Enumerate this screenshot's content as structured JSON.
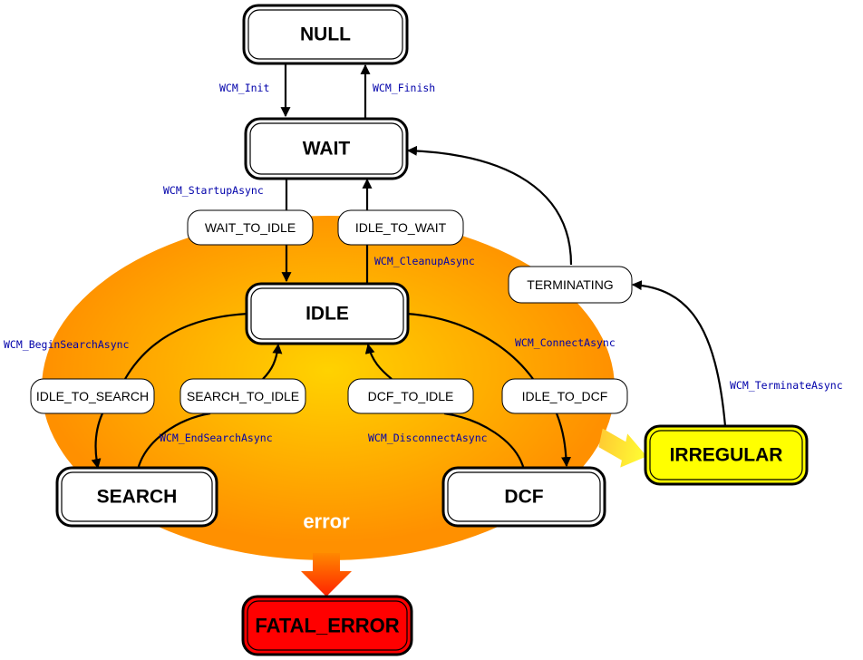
{
  "states": {
    "null": "NULL",
    "wait": "WAIT",
    "idle": "IDLE",
    "search": "SEARCH",
    "dcf": "DCF",
    "irregular": "IRREGULAR",
    "fatal_error": "FATAL_ERROR"
  },
  "transient_states": {
    "wait_to_idle": "WAIT_TO_IDLE",
    "idle_to_wait": "IDLE_TO_WAIT",
    "terminating": "TERMINATING",
    "idle_to_search": "IDLE_TO_SEARCH",
    "search_to_idle": "SEARCH_TO_IDLE",
    "dcf_to_idle": "DCF_TO_IDLE",
    "idle_to_dcf": "IDLE_TO_DCF"
  },
  "edge_labels": {
    "wcm_init": "WCM_Init",
    "wcm_finish": "WCM_Finish",
    "wcm_startup_async": "WCM_StartupAsync",
    "wcm_cleanup_async": "WCM_CleanupAsync",
    "wcm_begin_search_async": "WCM_BeginSearchAsync",
    "wcm_connect_async": "WCM_ConnectAsync",
    "wcm_end_search_async": "WCM_EndSearchAsync",
    "wcm_disconnect_async": "WCM_DisconnectAsync",
    "wcm_terminate_async": "WCM_TerminateAsync"
  },
  "region_label": "error",
  "colors": {
    "error_region_outer": "#ff9900",
    "error_region_inner": "#ffcc00",
    "irregular_fill": "#ffff00",
    "fatal_fill": "#ff0000",
    "edge_label_color": "#0000aa"
  }
}
